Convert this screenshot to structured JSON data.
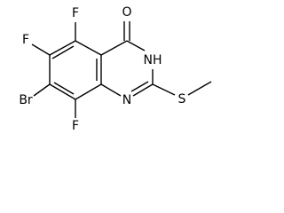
{
  "atoms": {
    "oxygen": "O",
    "nh": "NH",
    "n1": "N",
    "sulfur": "S",
    "bromine": "Br",
    "fluorine_5": "F",
    "fluorine_6": "F",
    "fluorine_8": "F"
  }
}
